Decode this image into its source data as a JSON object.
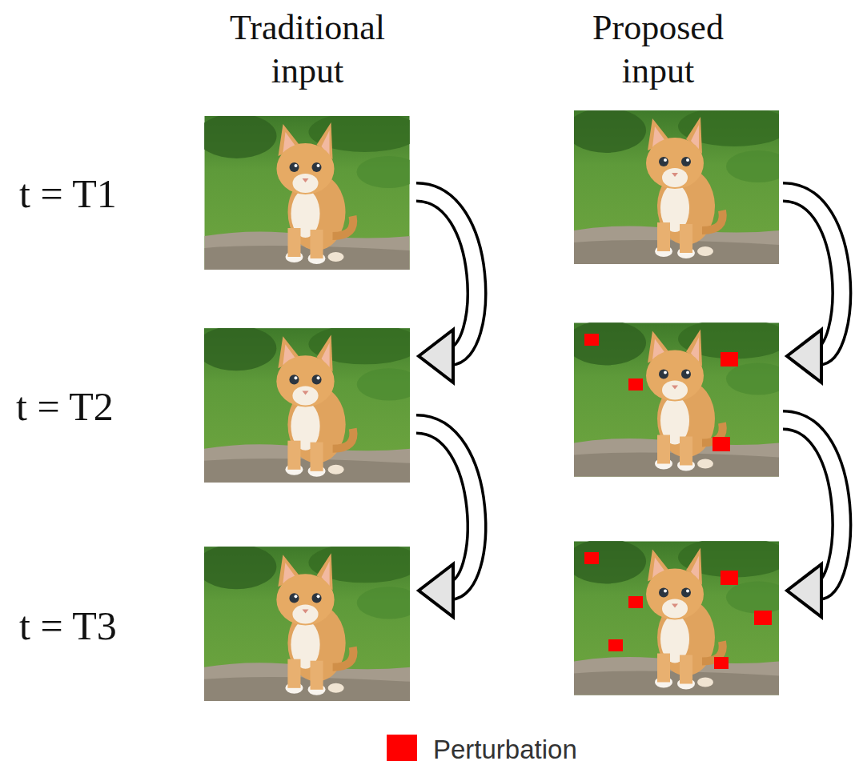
{
  "diagram": {
    "labels": [
      "Traditional input",
      "Proposed input",
      "t = T1",
      "t = T2",
      "t = T3"
    ],
    "legend": [
      {
        "text": "Perturbation",
        "color": "#ff0000"
      }
    ]
  }
}
